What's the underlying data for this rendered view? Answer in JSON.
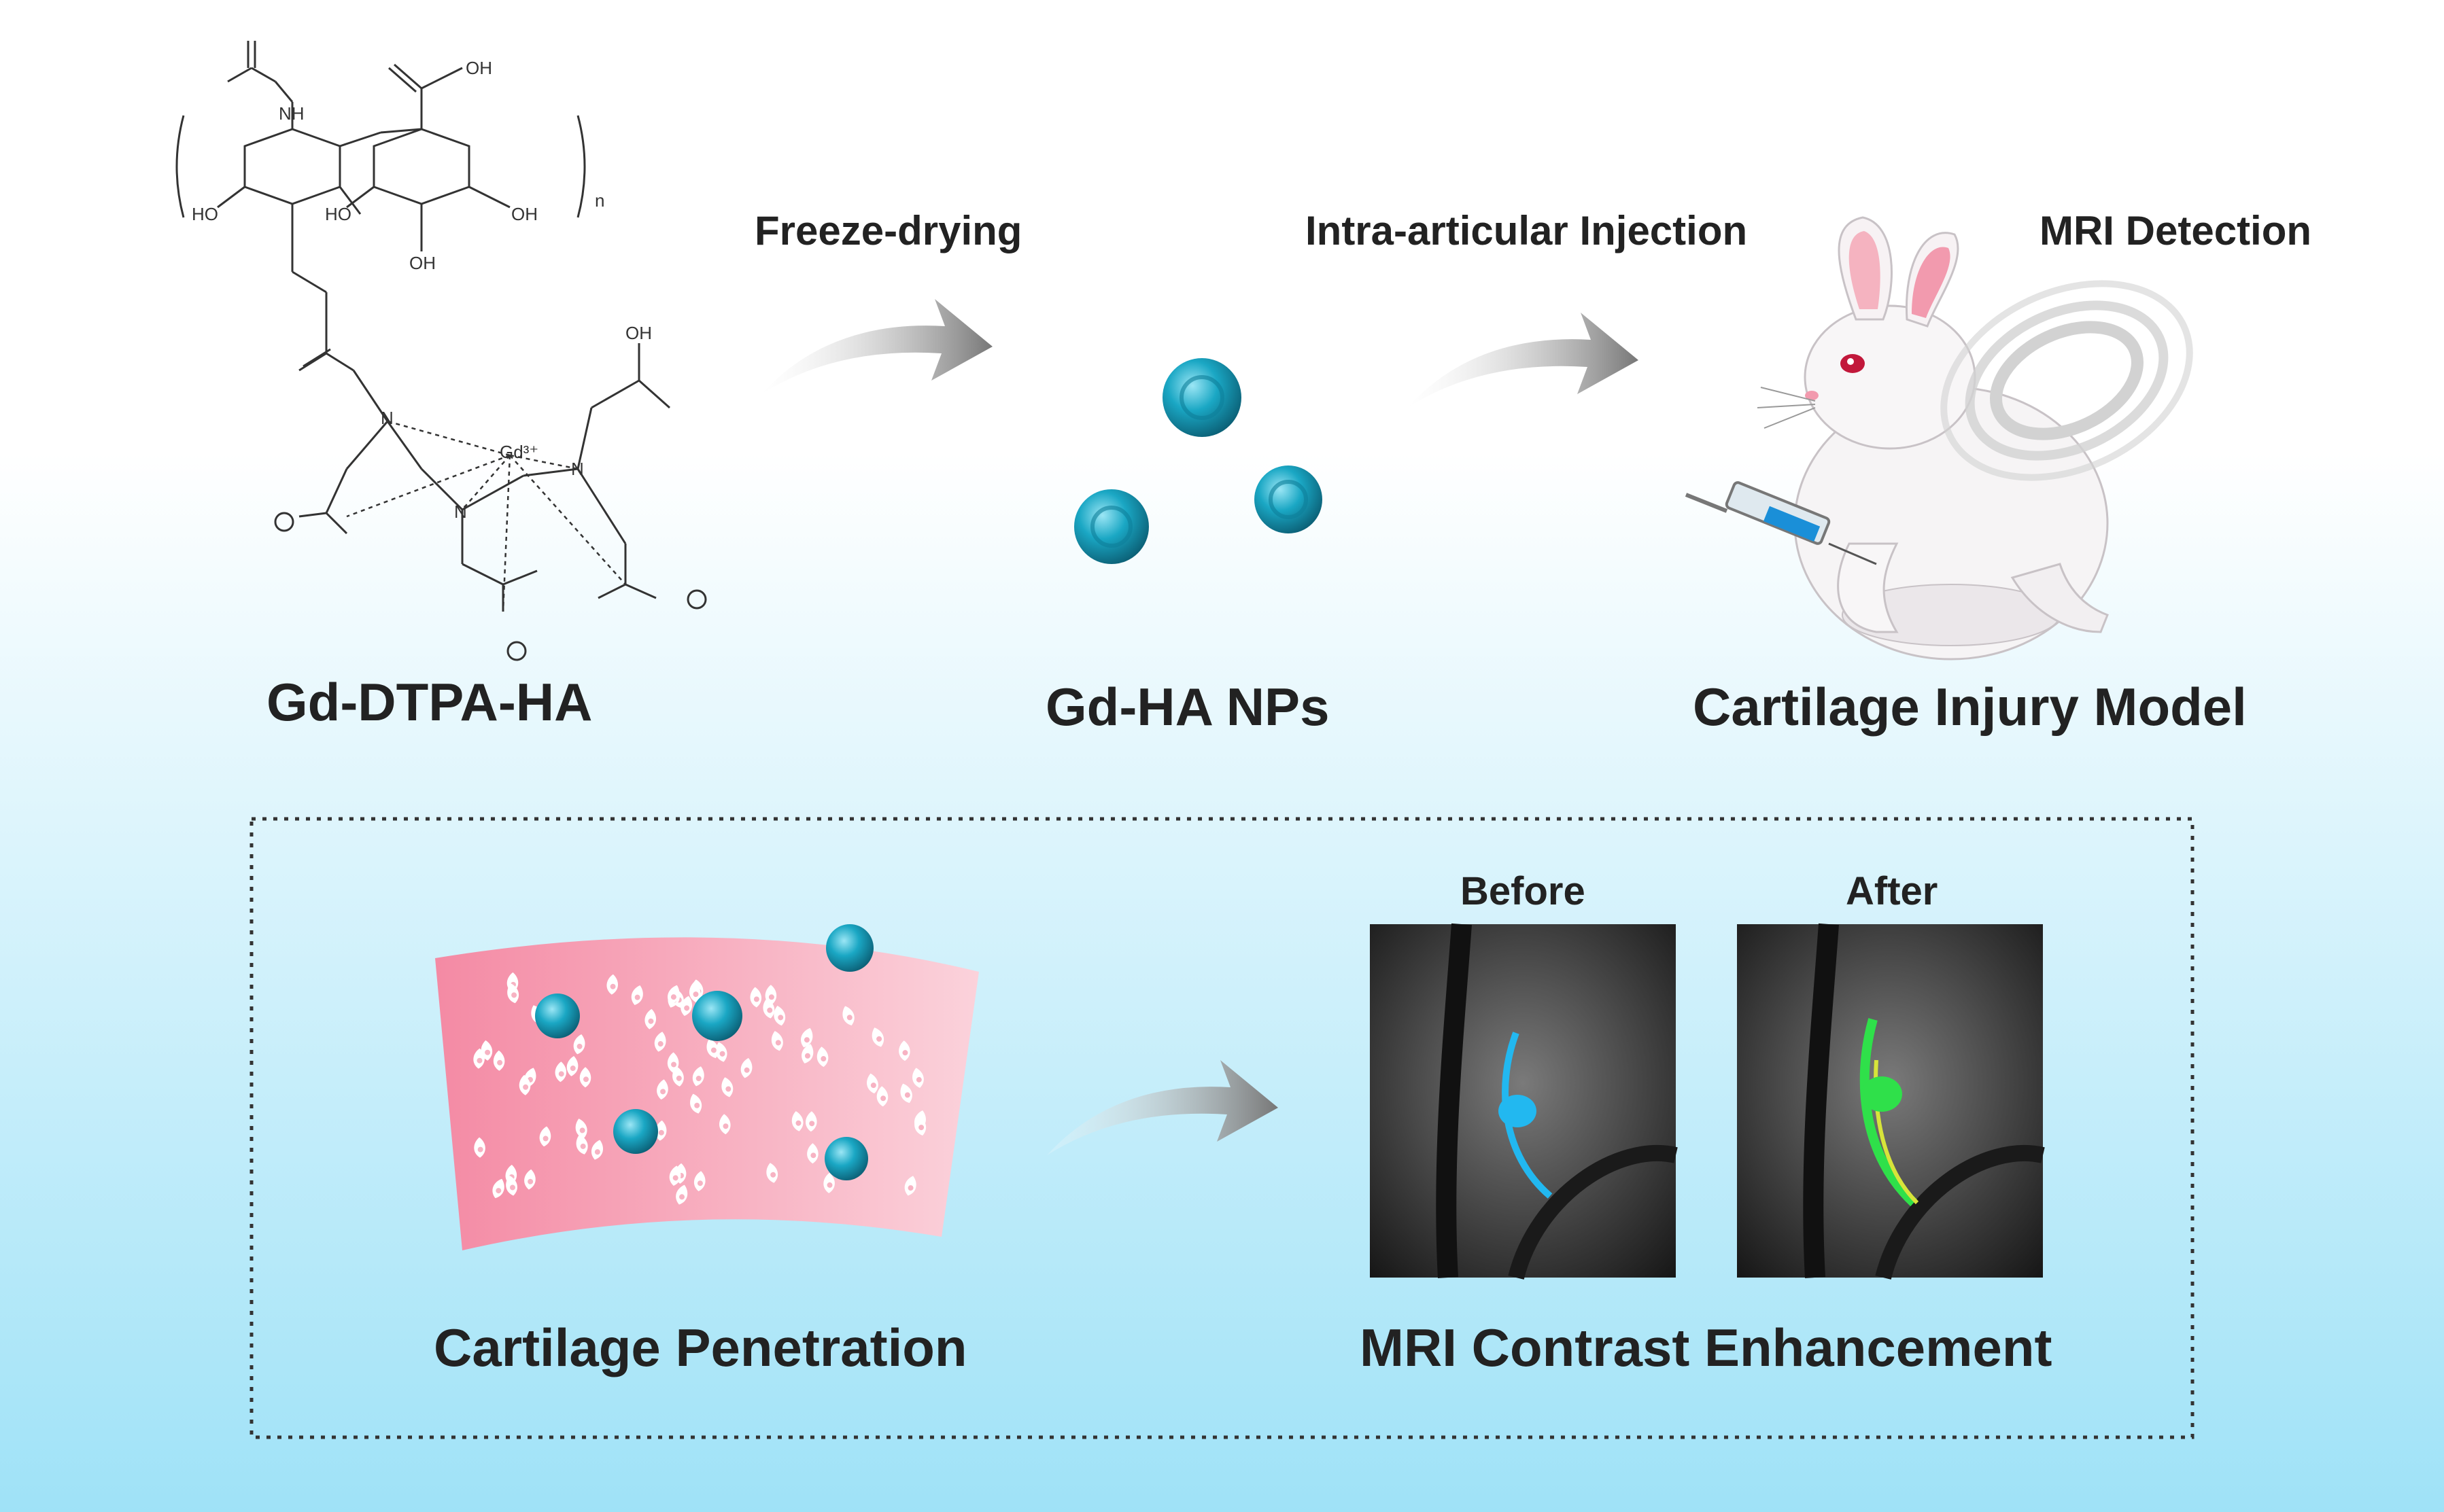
{
  "steps": {
    "step1": "Freeze-drying",
    "step2": "Intra-articular Injection",
    "step3": "MRI Detection"
  },
  "labels": {
    "compound": "Gd-DTPA-HA",
    "nanoparticles": "Gd-HA NPs",
    "model": "Cartilage Injury Model",
    "penetration": "Cartilage Penetration",
    "enhancement": "MRI Contrast Enhancement",
    "before": "Before",
    "after": "After"
  },
  "chem": {
    "oh_top": "OH",
    "nh": "NH",
    "ho_left": "HO",
    "ho_mid": "HO",
    "oh_ring": "OH",
    "oh_bottom": "OH",
    "n_repeat": "n",
    "gd": "Gd³⁺",
    "oh_right": "OH",
    "n1": "N",
    "n2": "N",
    "n3": "N"
  },
  "colors": {
    "bg_top": "#ffffff",
    "bg_bottom": "#9fe2f7",
    "nanoparticle": "#1aa7c4",
    "cartilage": "#f7a9bb",
    "mri_before_marker": "#22b8f0",
    "mri_after_marker": "#2fe04a",
    "arrow": "#8a8a8a"
  }
}
